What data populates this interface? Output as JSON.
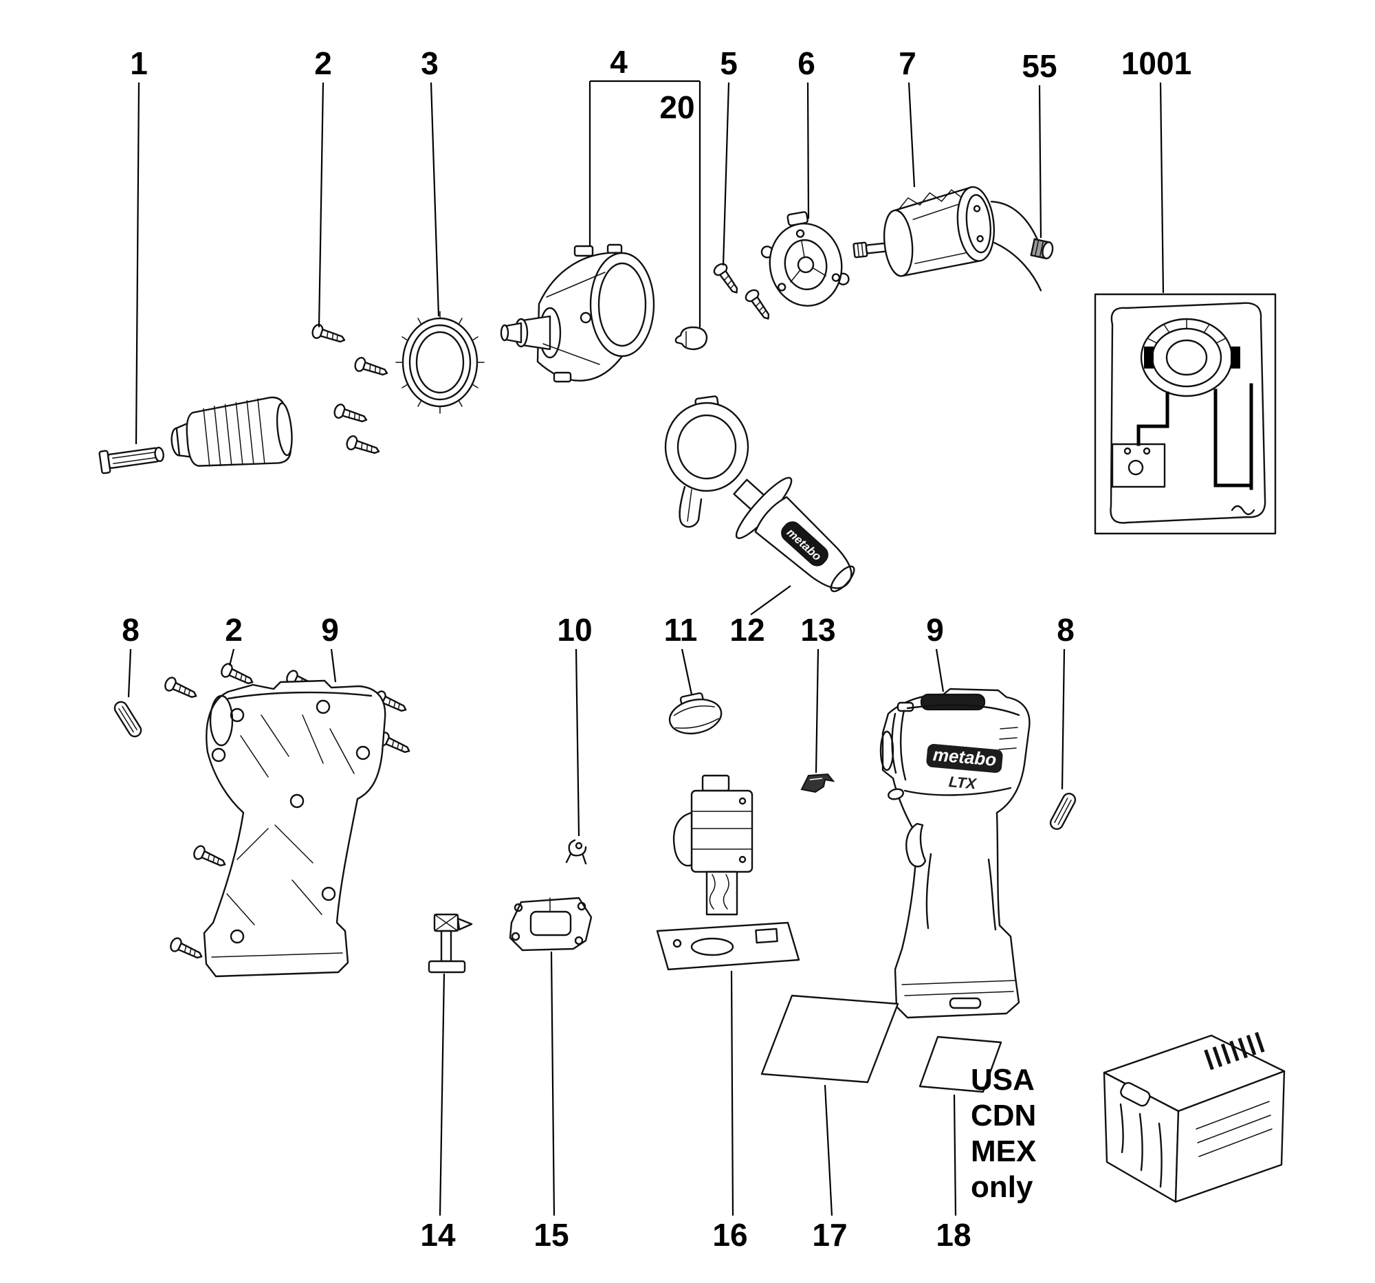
{
  "diagram": {
    "colors": {
      "line": "#000000",
      "background": "#ffffff"
    },
    "callouts": [
      {
        "label": "1"
      },
      {
        "label": "2"
      },
      {
        "label": "3"
      },
      {
        "label": "4"
      },
      {
        "label": "20"
      },
      {
        "label": "5"
      },
      {
        "label": "6"
      },
      {
        "label": "7"
      },
      {
        "label": "55"
      },
      {
        "label": "1001"
      },
      {
        "label": "8"
      },
      {
        "label": "2"
      },
      {
        "label": "9"
      },
      {
        "label": "10"
      },
      {
        "label": "11"
      },
      {
        "label": "12"
      },
      {
        "label": "13"
      },
      {
        "label": "9"
      },
      {
        "label": "8"
      },
      {
        "label": "14"
      },
      {
        "label": "15"
      },
      {
        "label": "16"
      },
      {
        "label": "17"
      },
      {
        "label": "18"
      }
    ],
    "region_note": {
      "line1": "USA",
      "line2": "CDN",
      "line3": "MEX",
      "line4": "only"
    },
    "branding": {
      "handle_logo": "metabo",
      "body_logo": "metabo",
      "body_model": "LTX"
    }
  }
}
